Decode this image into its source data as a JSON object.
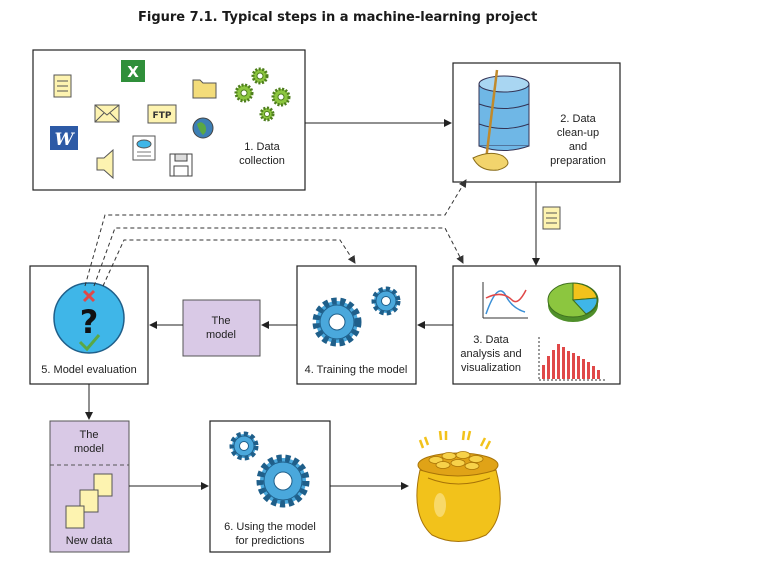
{
  "figure_title": "Figure 7.1. Typical steps in a machine-learning project",
  "steps": {
    "collection": [
      "1. Data",
      "collection"
    ],
    "cleanup": [
      "2. Data",
      "clean-up",
      "and",
      "preparation"
    ],
    "analysis": [
      "3. Data",
      "analysis and",
      "visualization"
    ],
    "training": [
      "4. Training the model"
    ],
    "evaluation": [
      "5. Model evaluation"
    ],
    "predictions": [
      "6. Using the model",
      "for predictions"
    ]
  },
  "model_box": [
    "The",
    "model"
  ],
  "model_data_box": {
    "model": [
      "The",
      "model"
    ],
    "data": "New data"
  },
  "icons": {
    "ftp_label": "FTP",
    "word_label": "W",
    "eval_symbol": "?"
  },
  "colors": {
    "purple_fill": "#d9c9e6",
    "gear_blue": "#4aa8dc",
    "gear_green": "#8cc63f",
    "eval_circle": "#3fb6e8",
    "database_blue": "#6fb7e6",
    "gold": "#f2c21b"
  }
}
